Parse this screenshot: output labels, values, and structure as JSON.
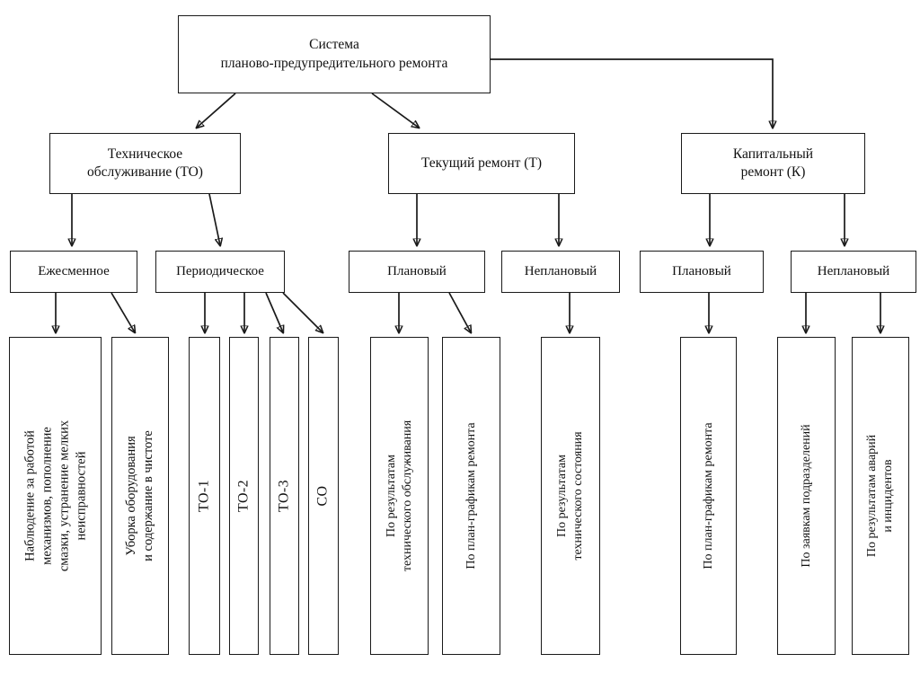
{
  "diagram": {
    "title": "Система планово-предупредительного ремонта",
    "root": {
      "label_line1": "Система",
      "label_line2": "планово-предупредительного ремонта"
    },
    "level2": [
      {
        "id": "to",
        "line1": "Техническое",
        "line2": "обслуживание (ТО)"
      },
      {
        "id": "tr",
        "line1": "Текущий ремонт (Т)",
        "line2": ""
      },
      {
        "id": "kr",
        "line1": "Капитальный",
        "line2": "ремонт (К)"
      }
    ],
    "level3": [
      {
        "id": "ezhesmennoe",
        "label": "Ежесменное"
      },
      {
        "id": "periodicheskoe",
        "label": "Периодическое"
      },
      {
        "id": "tr-planovyy",
        "label": "Плановый"
      },
      {
        "id": "tr-neplanovyy",
        "label": "Неплановый"
      },
      {
        "id": "kr-planovyy",
        "label": "Плановый"
      },
      {
        "id": "kr-neplanovyy",
        "label": "Неплановый"
      }
    ],
    "level4": [
      {
        "id": "nablyudenie",
        "text": "Наблюдение за работой\nмеханизмов, пополнение\nсмазки, устранение мелких\nнеисправностей"
      },
      {
        "id": "uborka",
        "text": "Уборка оборудования\nи содержание в чистоте"
      },
      {
        "id": "to-1",
        "text": "ТО-1"
      },
      {
        "id": "to-2",
        "text": "ТО-2"
      },
      {
        "id": "to-3",
        "text": "ТО-3"
      },
      {
        "id": "so",
        "text": "СО"
      },
      {
        "id": "po-rezultatam-to",
        "text": "По результатам\nтехнического обслуживания"
      },
      {
        "id": "po-plan-grafikam-remonta-t",
        "text": "По план-графикам ремонта"
      },
      {
        "id": "po-rezultatam-sostoyaniya",
        "text": "По результатам\nтехнического состояния"
      },
      {
        "id": "po-plan-grafikam-remonta-k",
        "text": "По план-графикам ремонта"
      },
      {
        "id": "po-zayavkam",
        "text": "По заявкам подразделений"
      },
      {
        "id": "po-avariyam",
        "text": "По результатам аварий\nи инцидентов"
      }
    ],
    "colors": {
      "stroke": "#1a1a1a",
      "background": "#ffffff",
      "text": "#111111"
    }
  }
}
